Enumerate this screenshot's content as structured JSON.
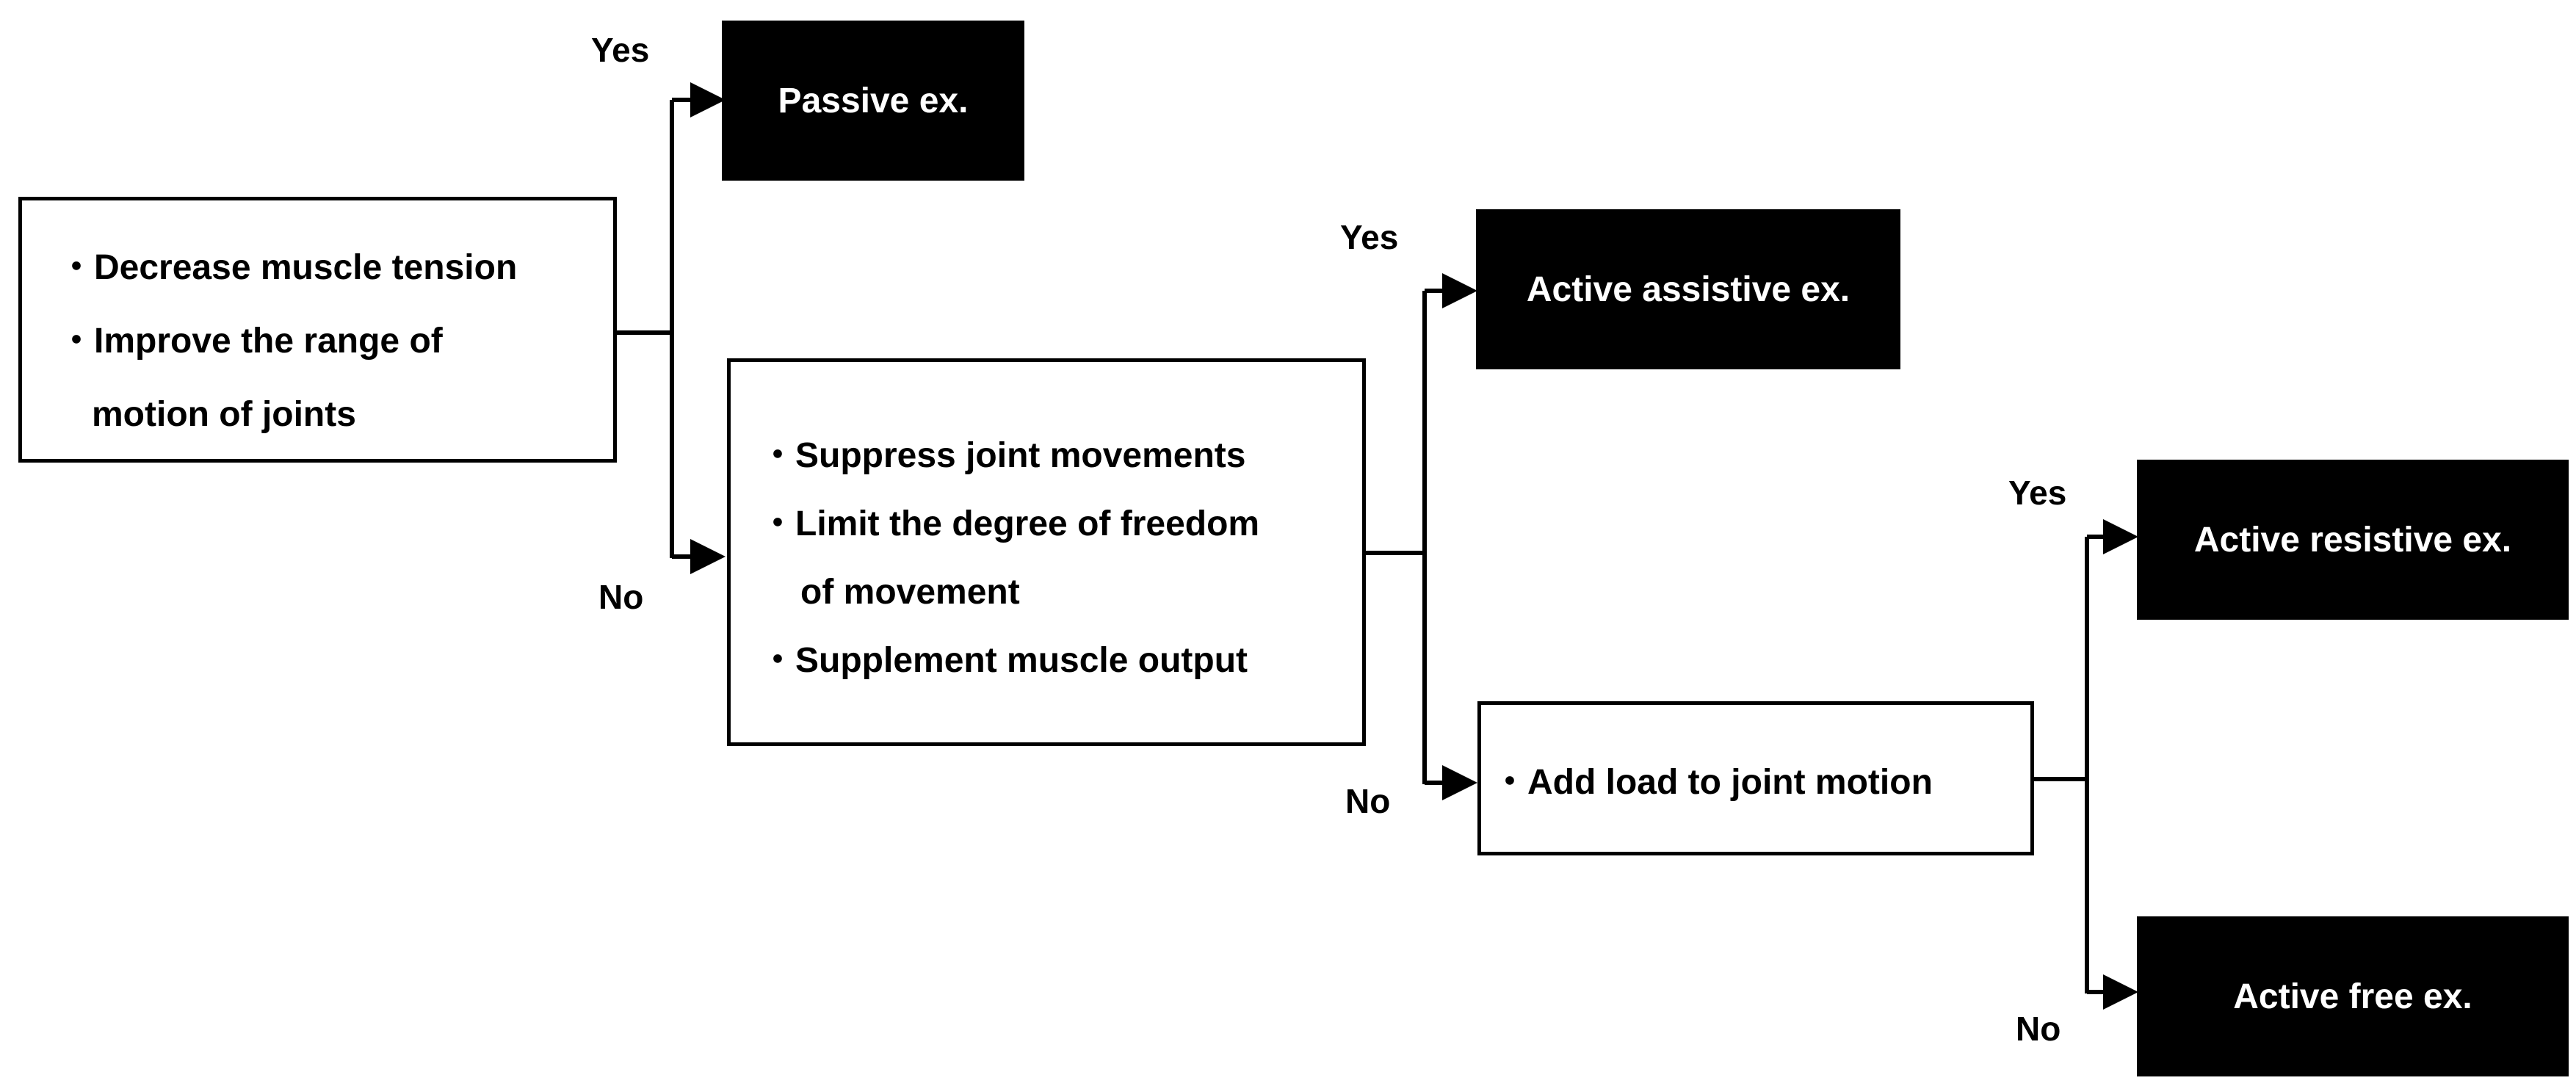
{
  "root_box": {
    "lines": [
      "・Decrease muscle tension",
      "・Improve the range of",
      "motion of joints"
    ]
  },
  "middle_box": {
    "lines": [
      "・Suppress joint movements",
      "・Limit the degree of freedom",
      "of movement",
      "・Supplement muscle output"
    ]
  },
  "load_box": {
    "lines": [
      "・Add load to joint motion"
    ]
  },
  "outcomes": {
    "passive": "Passive ex.",
    "active_assistive": "Active assistive ex.",
    "active_resistive": "Active resistive ex.",
    "active_free": "Active free ex."
  },
  "labels": {
    "yes_1": "Yes",
    "no_1": "No",
    "yes_2": "Yes",
    "no_2": "No",
    "yes_3": "Yes",
    "no_3": "No"
  },
  "colors": {
    "outcome_fill": "#000000",
    "outcome_text": "#ffffff",
    "line": "#000000"
  }
}
